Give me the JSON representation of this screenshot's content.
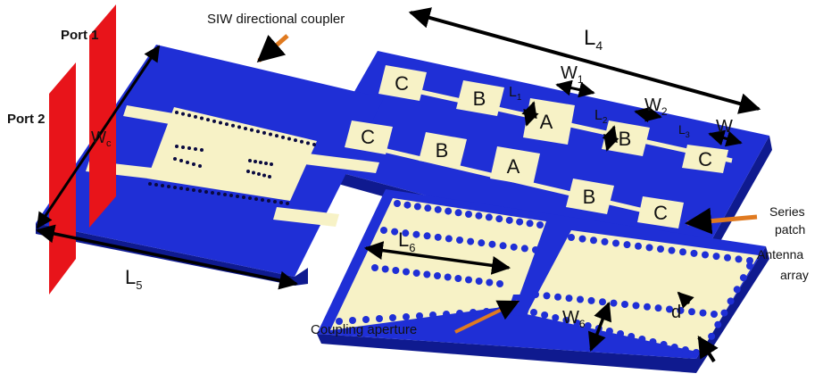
{
  "labels": {
    "port1": "Port 1",
    "port2": "Port 2",
    "coupler": "SIW directional coupler",
    "series_line1": "Series",
    "series_line2": "patch",
    "series_line3": "Antenna",
    "series_line4": "array",
    "aperture": "Coupling aperture"
  },
  "dims": {
    "L4": "L",
    "L4_sub": "4",
    "W1": "W",
    "W1_sub": "1",
    "W2": "W",
    "W2_sub": "2",
    "W": "W",
    "L1a": "L",
    "L1a_sub": "1",
    "L2": "L",
    "L2_sub": "2",
    "L3": "L",
    "L3_sub": "3",
    "Wc": "W",
    "Wc_sub": "c",
    "L5": "L",
    "L5_sub": "5",
    "L6": "L",
    "L6_sub": "6",
    "W6": "W",
    "W6_sub": "6",
    "d": "d"
  },
  "patches": {
    "row1": [
      "C",
      "B",
      "A",
      "B",
      "C"
    ],
    "row2": [
      "C",
      "B",
      "A",
      "B",
      "C"
    ]
  },
  "colors": {
    "substrate": "#1f2fd6",
    "substrate_dark": "#0f1a8f",
    "metal": "#f7f2c6",
    "port": "#e8141a",
    "arrow": "#e07a20",
    "dim": "#000000"
  }
}
